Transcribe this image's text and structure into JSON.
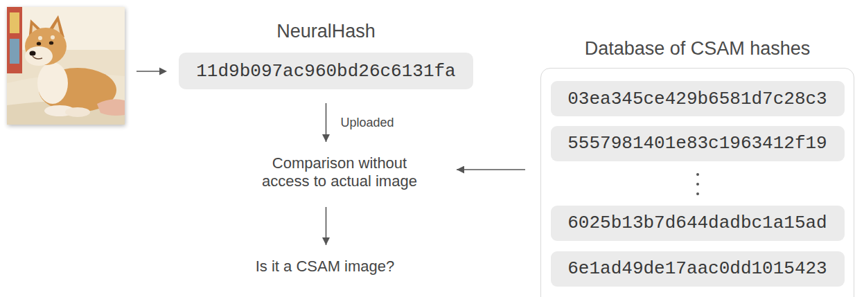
{
  "diagram": {
    "nodes": [
      {
        "text": [
          "NeuralHash",
          "11d9b097ac960bd26c6131fa"
        ]
      },
      {
        "text": [
          "Comparison without access to actual image"
        ]
      },
      {
        "text": [
          "Is it a CSAM image?"
        ]
      },
      {
        "text": [
          "Database of CSAM hashes"
        ]
      },
      {
        "text": [
          "03ea345ce429b6581d7c28c3"
        ],
        "in": 3
      },
      {
        "text": [
          "5557981401e83c1963412f19"
        ],
        "in": 3
      },
      {
        "text": [
          "6025b13b7d644dadbc1a15ad"
        ],
        "in": 3
      },
      {
        "text": [
          "6e1ad49de17aac0dd1015423"
        ],
        "in": 3
      }
    ],
    "edges": [
      {
        "from": 0,
        "to": 1,
        "arrow": "to",
        "label": "Uploaded"
      },
      {
        "from": 3,
        "to": 1,
        "arrow": "to"
      },
      {
        "from": 1,
        "to": 2,
        "arrow": "to"
      }
    ]
  }
}
